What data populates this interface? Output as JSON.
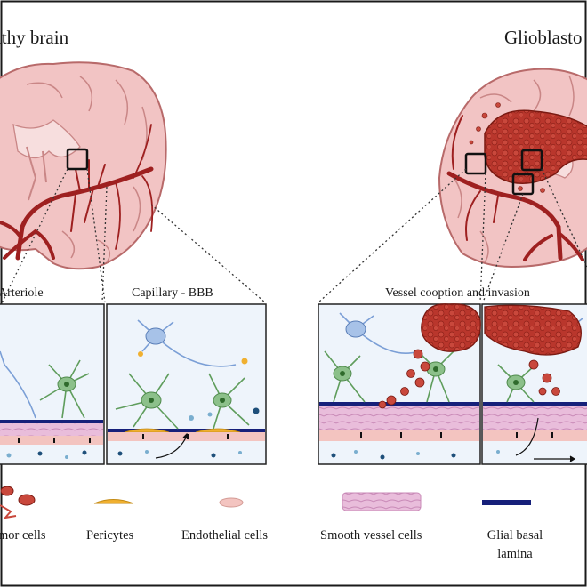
{
  "titles": {
    "left": "lthy brain",
    "right": "Glioblasto"
  },
  "panels": {
    "arteriole": "Arteriole",
    "capillary": "Capillary - BBB",
    "cooption": "Vessel cooption and invasion"
  },
  "legend": {
    "tumor": "mor cells",
    "pericytes": "Pericytes",
    "endothelial": "Endothelial cells",
    "smooth": "Smooth vessel cells",
    "glial": "Glial basal lamina"
  },
  "colors": {
    "brain_fill": "#f2c4c4",
    "brain_stroke": "#b86a6a",
    "vessel": "#9e2020",
    "tumor": "#b9362c",
    "panel_bg": "#eef4fb",
    "astrocyte": "#8cc08a",
    "neuron": "#a7c2e8",
    "pericyte": "#f0b030",
    "endothelial": "#f3c4c0",
    "smooth_muscle": "#e6b4d6",
    "glial_lamina": "#16207a"
  }
}
